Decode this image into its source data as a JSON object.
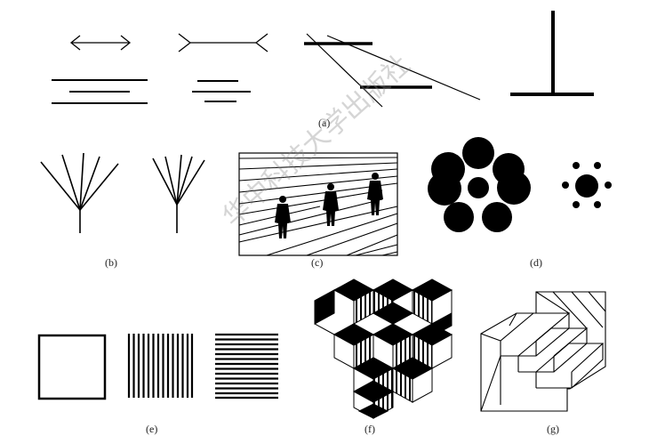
{
  "labels": {
    "a": "(a)",
    "b": "(b)",
    "c": "(c)",
    "d": "(d)",
    "e": "(e)",
    "f": "(f)",
    "g": "(g)"
  },
  "watermark": "华中科技大学出版社",
  "colors": {
    "ink": "#000000",
    "paper": "#ffffff",
    "label": "#222222",
    "watermark": "#8a8a8a"
  }
}
